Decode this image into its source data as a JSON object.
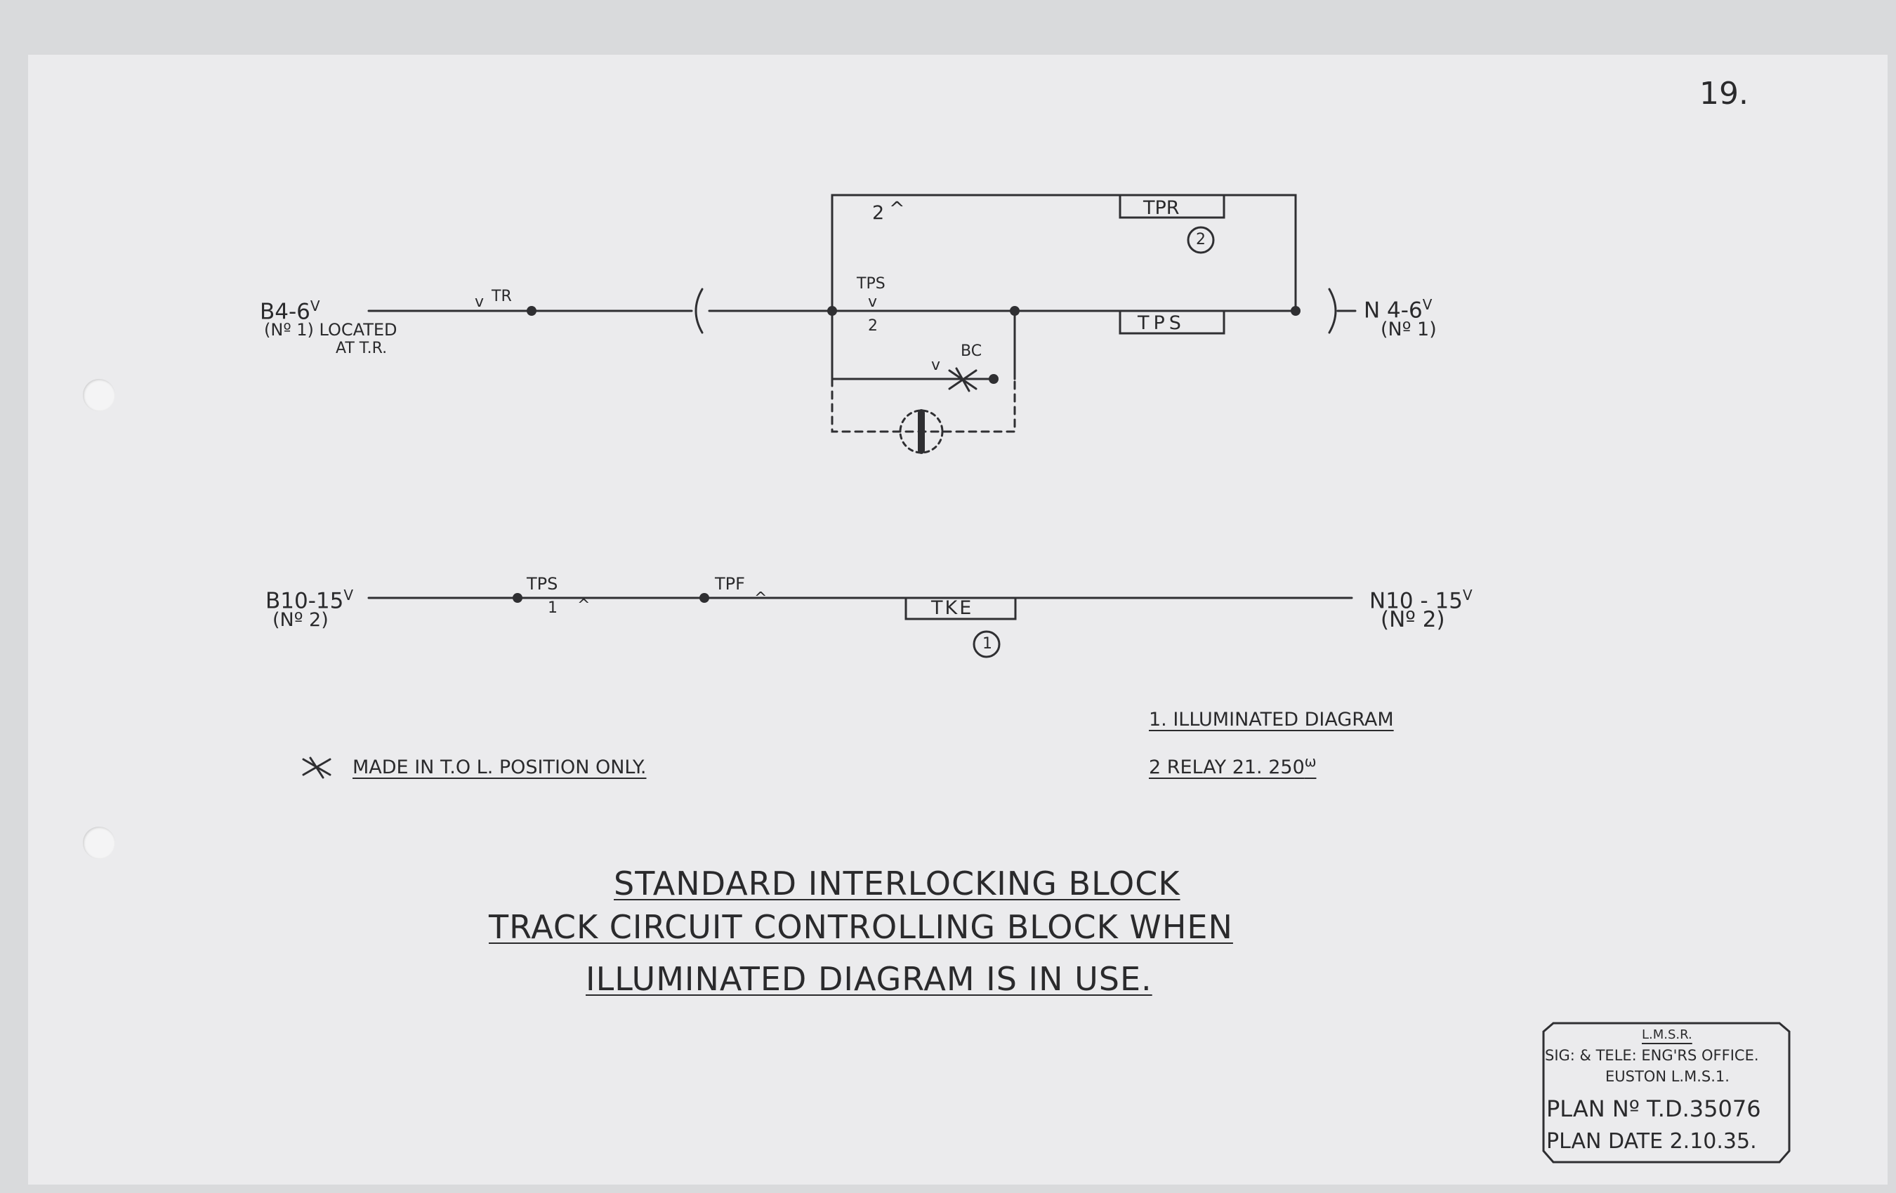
{
  "page_number": "19.",
  "circuit1": {
    "left_terminal": "B4-6",
    "left_terminal_sup": "V",
    "left_note_line1": "(Nº 1) LOCATED",
    "left_note_line2": "AT T.R.",
    "contact_tr": "TR",
    "contact_tr_mark": "v",
    "upper_contact": "2",
    "upper_contact_mark": "^",
    "tps_contact": "TPS",
    "tps_contact_mark": "v",
    "tps_contact_num": "2",
    "bc_contact": "BC",
    "bc_contact_mark": "v",
    "relay_tpr": "TPR",
    "relay_tpr_num": "2",
    "relay_tps": "TPS",
    "right_terminal": "N 4-6",
    "right_terminal_sup": "V",
    "right_note": "(Nº 1)"
  },
  "circuit2": {
    "left_terminal": "B10-15",
    "left_terminal_sup": "V",
    "left_note": "(Nº 2)",
    "contact_tps": "TPS",
    "contact_tps_num": "1",
    "contact_tps_mark": "^",
    "contact_tpf": "TPF",
    "contact_tpf_mark": "^",
    "indicator_tke": "TKE",
    "indicator_tke_num": "1",
    "right_terminal": "N10 - 15",
    "right_terminal_sup": "V",
    "right_note": "(Nº 2)"
  },
  "notes": {
    "made_in_tol": "MADE IN T.O L. POSITION ONLY.",
    "key_1": "1.  ILLUMINATED DIAGRAM",
    "key_2": "2   RELAY 21. 250",
    "key_2_sup": "ω"
  },
  "title": {
    "line1": "STANDARD INTERLOCKING BLOCK",
    "line2": "TRACK CIRCUIT CONTROLLING BLOCK WHEN",
    "line3": "ILLUMINATED DIAGRAM IS IN USE."
  },
  "stamp": {
    "org": "L.M.S.R.",
    "office": "SIG: & TELE: ENG'RS OFFICE.",
    "location": "EUSTON L.M.S.1.",
    "plan_no": "PLAN Nº T.D.35076",
    "plan_date": "PLAN DATE 2.10.35."
  }
}
